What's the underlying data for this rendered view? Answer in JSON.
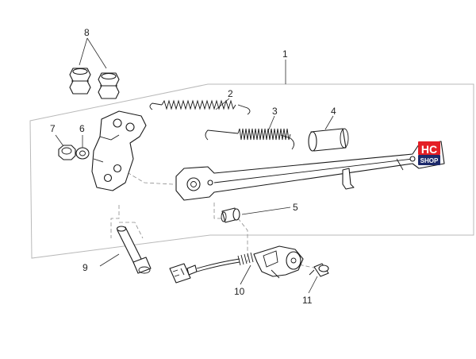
{
  "callouts": {
    "c1": "1",
    "c2": "2",
    "c3": "3",
    "c4": "4",
    "c5": "5",
    "c6": "6",
    "c7": "7",
    "c8": "8",
    "c9": "9",
    "c10": "10",
    "c11": "11"
  },
  "logo": {
    "line1": "HC",
    "line2": "SHOP",
    "colors": {
      "top": "#e41f26",
      "bottom": "#1d2a6b",
      "text": "#ffffff"
    }
  },
  "colors": {
    "line": "#1a1a1a",
    "frame": "#b9b9b9",
    "dashed": "#8a8a8a",
    "background": "#ffffff"
  }
}
